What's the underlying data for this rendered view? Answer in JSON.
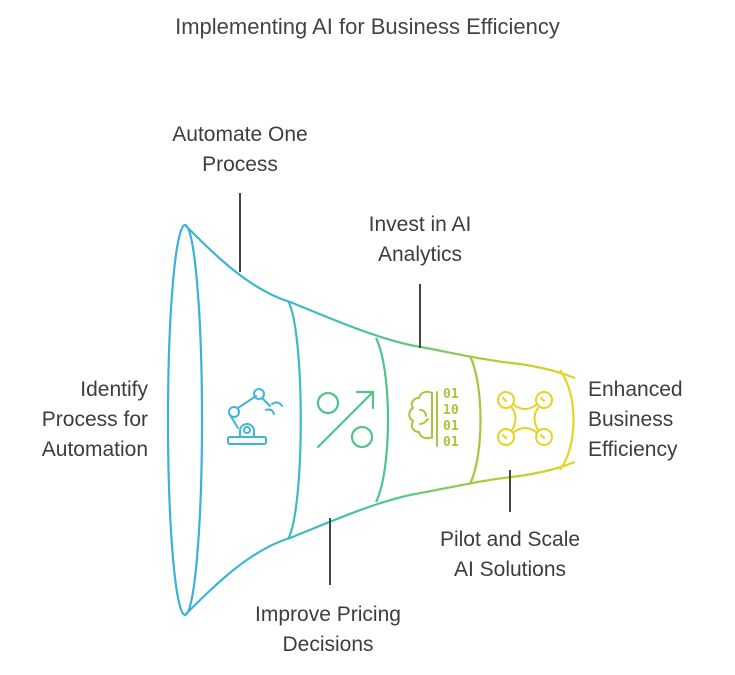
{
  "title": "Implementing AI for Business Efficiency",
  "stages": [
    {
      "label_line1": "Identify",
      "label_line2": "Process for",
      "label_line3": "Automation",
      "icon": "robot-arm-icon",
      "color": "#3fb6d8"
    },
    {
      "label_line1": "Automate One",
      "label_line2": "Process",
      "icon": "robot-arm-icon",
      "color": "#3fb6d8"
    },
    {
      "label_line1": "Improve Pricing",
      "label_line2": "Decisions",
      "icon": "percent-icon",
      "color": "#4fc48a"
    },
    {
      "label_line1": "Invest in AI",
      "label_line2": "Analytics",
      "icon": "brain-binary-icon",
      "color": "#a3c83a"
    },
    {
      "label_line1": "Pilot and Scale",
      "label_line2": "AI Solutions",
      "icon": "drone-icon",
      "color": "#e4d420"
    },
    {
      "label_line1": "Enhanced",
      "label_line2": "Business",
      "label_line3": "Efficiency"
    }
  ],
  "binary": [
    "01",
    "10",
    "01",
    "01"
  ]
}
